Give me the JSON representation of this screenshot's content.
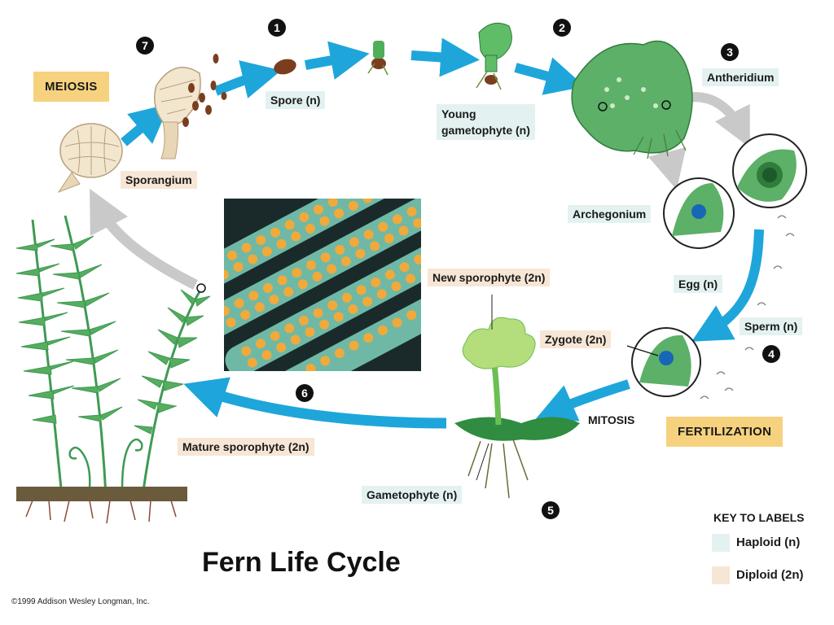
{
  "title": "Fern Life Cycle",
  "copyright": "©1999 Addison Wesley Longman, Inc.",
  "stages": {
    "meiosis": "MEIOSIS",
    "fertilization": "FERTILIZATION",
    "mitosis": "MITOSIS"
  },
  "labels": {
    "spore": "Spore (n)",
    "young_gametophyte_line1": "Young",
    "young_gametophyte_line2": "gametophyte (n)",
    "antheridium": "Antheridium",
    "archegonium": "Archegonium",
    "egg": "Egg (n)",
    "sperm": "Sperm (n)",
    "zygote": "Zygote (2n)",
    "new_sporophyte": "New sporophyte (2n)",
    "gametophyte": "Gametophyte (n)",
    "mature_sporophyte": "Mature sporophyte (2n)",
    "sporangium": "Sporangium"
  },
  "steps": [
    "1",
    "2",
    "3",
    "4",
    "5",
    "6",
    "7"
  ],
  "key": {
    "title": "KEY TO LABELS",
    "items": [
      {
        "label": "Haploid (n)",
        "color": "#e4f1f1"
      },
      {
        "label": "Diploid (2n)",
        "color": "#f7e6d5"
      }
    ]
  },
  "colors": {
    "arrow_blue": "#1ea6da",
    "arrow_gray": "#c9c9c9",
    "plant_green": "#3f9a53",
    "light_green": "#8ed17a",
    "sorus_orange": "#f0a93a",
    "stage_box": "#f6d27f"
  }
}
